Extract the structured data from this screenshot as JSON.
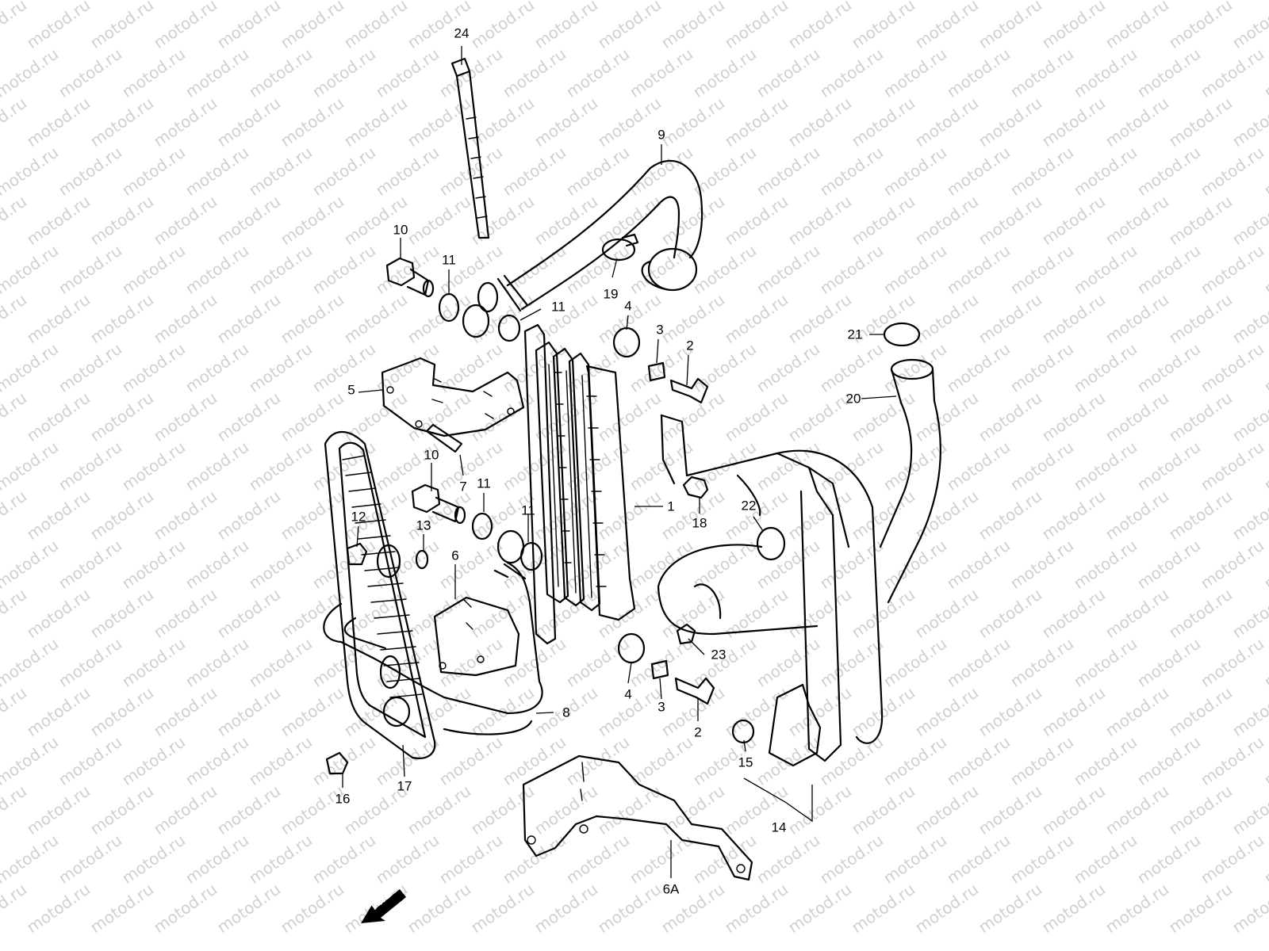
{
  "watermark": {
    "text": "motod.ru",
    "color": "#d0d0d0"
  },
  "direction_marker": {
    "label": "FWD",
    "icon": "arrow-left-down-icon"
  },
  "callouts": [
    {
      "id": "c24",
      "label": "24"
    },
    {
      "id": "c9",
      "label": "9"
    },
    {
      "id": "c10a",
      "label": "10"
    },
    {
      "id": "c11a",
      "label": "11"
    },
    {
      "id": "c11b",
      "label": "11"
    },
    {
      "id": "c19",
      "label": "19"
    },
    {
      "id": "c4a",
      "label": "4"
    },
    {
      "id": "c3a",
      "label": "3"
    },
    {
      "id": "c2a",
      "label": "2"
    },
    {
      "id": "c21",
      "label": "21"
    },
    {
      "id": "c20",
      "label": "20"
    },
    {
      "id": "c5",
      "label": "5"
    },
    {
      "id": "c10b",
      "label": "10"
    },
    {
      "id": "c7",
      "label": "7"
    },
    {
      "id": "c11c",
      "label": "11"
    },
    {
      "id": "c11d",
      "label": "11"
    },
    {
      "id": "c1",
      "label": "1"
    },
    {
      "id": "c18",
      "label": "18"
    },
    {
      "id": "c22",
      "label": "22"
    },
    {
      "id": "c12",
      "label": "12"
    },
    {
      "id": "c13",
      "label": "13"
    },
    {
      "id": "c6",
      "label": "6"
    },
    {
      "id": "c23",
      "label": "23"
    },
    {
      "id": "c4b",
      "label": "4"
    },
    {
      "id": "c3b",
      "label": "3"
    },
    {
      "id": "c2b",
      "label": "2"
    },
    {
      "id": "c8",
      "label": "8"
    },
    {
      "id": "c15",
      "label": "15"
    },
    {
      "id": "c17",
      "label": "17"
    },
    {
      "id": "c16",
      "label": "16"
    },
    {
      "id": "c14",
      "label": "14"
    },
    {
      "id": "c6a",
      "label": "6A"
    }
  ]
}
